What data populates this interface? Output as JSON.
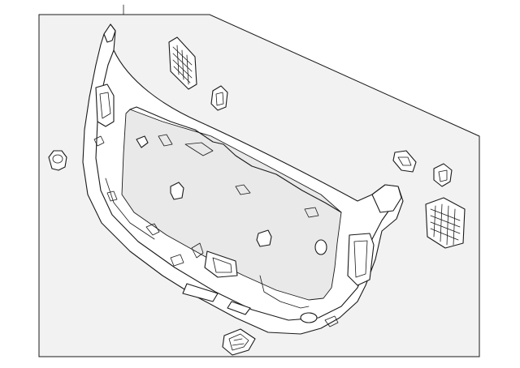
{
  "diagram": {
    "background_color": "#ffffff",
    "panel_fill": "#f2f2f2",
    "line_color": "#1a1a1a",
    "parts": [
      "liftgate-trim-panel",
      "vent-grille-upper",
      "clip-upper",
      "push-pin-fastener",
      "clip-right-a",
      "clip-right-b",
      "vent-grille-lower-right",
      "handle-insert-bottom"
    ]
  }
}
